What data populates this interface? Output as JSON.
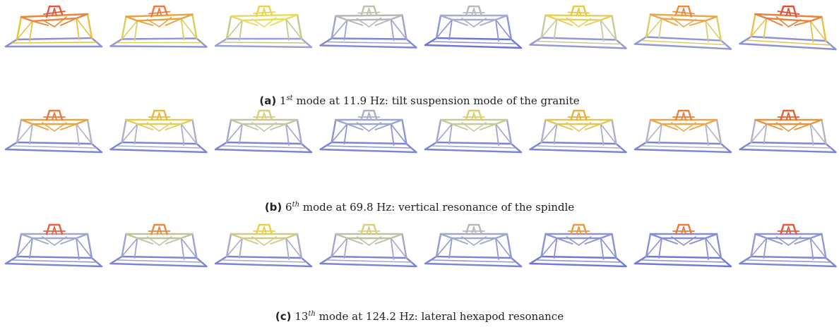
{
  "figure": {
    "subfigures": [
      {
        "label": "(a)",
        "mode_number": "1",
        "mode_suffix": "st",
        "text_before": "mode at",
        "frequency_value": "11.9",
        "frequency_unit": "Hz:",
        "description": "tilt suspension mode of the granite",
        "colors": [
          {
            "top": "#e8553a",
            "upper": "#e8873a",
            "lower": "#e8c23e",
            "base": "#8a8fd6"
          },
          {
            "top": "#ea7b3c",
            "upper": "#e9a23d",
            "lower": "#d8cf5e",
            "base": "#8f94d8"
          },
          {
            "top": "#ead24a",
            "upper": "#e8dc60",
            "lower": "#c6c88a",
            "base": "#9da0d8"
          },
          {
            "top": "#c2c1a8",
            "upper": "#b6b7b8",
            "lower": "#9ea2cf",
            "base": "#7f87d8"
          },
          {
            "top": "#b8b8c4",
            "upper": "#a9aacd",
            "lower": "#8d93dc",
            "base": "#6c74dc"
          },
          {
            "top": "#e8c83e",
            "upper": "#e6d05a",
            "lower": "#c9c9a0",
            "base": "#9498d6"
          },
          {
            "top": "#ea8a3c",
            "upper": "#e9a84a",
            "lower": "#dccf68",
            "base": "#9196d6"
          },
          {
            "top": "#e24f36",
            "upper": "#e8813b",
            "lower": "#e6c347",
            "base": "#8c90d4"
          }
        ]
      },
      {
        "label": "(b)",
        "mode_number": "6",
        "mode_suffix": "th",
        "text_before": "mode at",
        "frequency_value": "69.8",
        "frequency_unit": "Hz:",
        "description": "vertical resonance of the spindle",
        "colors": [
          {
            "top": "#ea7a3c",
            "upper": "#e8a544",
            "lower": "#b3b3c4",
            "base": "#7c84d8"
          },
          {
            "top": "#e8b93e",
            "upper": "#e2cd5a",
            "lower": "#adaec8",
            "base": "#7c84d8"
          },
          {
            "top": "#d6cf7e",
            "upper": "#c6c6a4",
            "lower": "#a4a7cc",
            "base": "#7c84d8"
          },
          {
            "top": "#adafc6",
            "upper": "#9fa3cf",
            "lower": "#8e94d6",
            "base": "#7c84d8"
          },
          {
            "top": "#d9d06c",
            "upper": "#c8c89a",
            "lower": "#a4a7cc",
            "base": "#7c84d8"
          },
          {
            "top": "#e8b23e",
            "upper": "#e2c758",
            "lower": "#adaec8",
            "base": "#7c84d8"
          },
          {
            "top": "#e8813b",
            "upper": "#e9a84a",
            "lower": "#b3b3c4",
            "base": "#7c84d8"
          },
          {
            "top": "#e4622f",
            "upper": "#e8943e",
            "lower": "#b3b3c4",
            "base": "#7c84d8"
          }
        ]
      },
      {
        "label": "(c)",
        "mode_number": "13",
        "mode_suffix": "th",
        "text_before": "mode at",
        "frequency_value": "124.2",
        "frequency_unit": "Hz:",
        "description": "lateral hexapod resonance",
        "colors": [
          {
            "top": "#e2603c",
            "upper": "#a4a7cc",
            "lower": "#9599d2",
            "base": "#7c84d8"
          },
          {
            "top": "#e8883c",
            "upper": "#c2c39e",
            "lower": "#9fa2cc",
            "base": "#7c84d8"
          },
          {
            "top": "#e8d044",
            "upper": "#cfcc86",
            "lower": "#a9abc8",
            "base": "#7c84d8"
          },
          {
            "top": "#d6cf78",
            "upper": "#bfc0a6",
            "lower": "#a4a7cc",
            "base": "#7c84d8"
          },
          {
            "top": "#b6b7b6",
            "upper": "#a4a7cc",
            "lower": "#9599d2",
            "base": "#7c84d8"
          },
          {
            "top": "#e89a3c",
            "upper": "#8e93d6",
            "lower": "#8c92d8",
            "base": "#6f78da"
          },
          {
            "top": "#e67a3a",
            "upper": "#868cd8",
            "lower": "#8a90d8",
            "base": "#6f78da"
          },
          {
            "top": "#e05a38",
            "upper": "#9094d4",
            "lower": "#9599d2",
            "base": "#7c84d8"
          }
        ]
      }
    ]
  }
}
